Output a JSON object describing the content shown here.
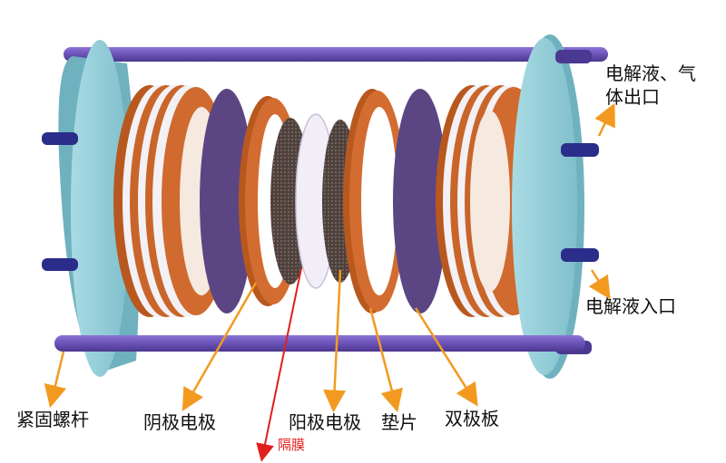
{
  "labels": {
    "tie_rod": "紧固螺杆",
    "cathode": "阴极电极",
    "diaphragm": "隔膜",
    "anode": "阳极电极",
    "gasket": "垫片",
    "bipolar_plate": "双极板",
    "outlet_line1": "电解液、气",
    "outlet_line2": "体出口",
    "inlet": "电解液入口"
  },
  "colors": {
    "end_plate": "#8fcbd6",
    "tie_rod": "#6b52b8",
    "nozzle": "#2a2d8a",
    "copper": "#c9652a",
    "gasket_white": "#f3f1f5",
    "bipolar": "#5b4683",
    "mesh": "#5a4a45",
    "diaphragm": "#f1eef7",
    "arrow": "#f29a1f",
    "diaphragm_arrow": "#e0201e"
  }
}
